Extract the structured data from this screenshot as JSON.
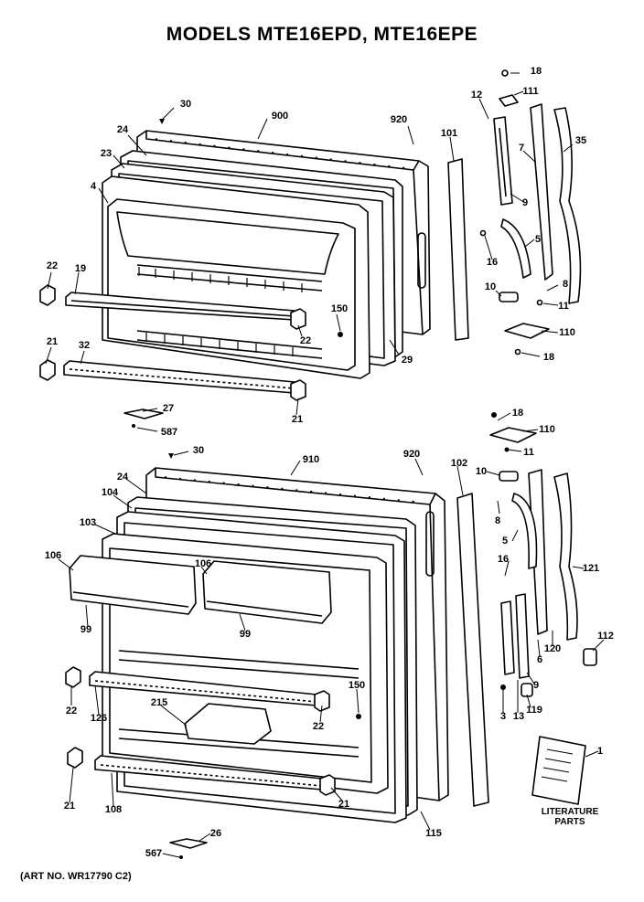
{
  "title": "MODELS MTE16EPD, MTE16EPE",
  "art_number": "(ART NO. WR17790 C2)",
  "literature": {
    "line1": "LITERATURE",
    "line2": "PARTS"
  },
  "callouts": {
    "top": [
      "30",
      "900",
      "920",
      "24",
      "23",
      "4",
      "101",
      "12",
      "18",
      "111",
      "7",
      "35",
      "9",
      "5",
      "16",
      "8",
      "10",
      "11",
      "110",
      "18",
      "22",
      "19",
      "150",
      "22",
      "29",
      "21",
      "32",
      "27",
      "587",
      "21"
    ],
    "bottom": [
      "18",
      "110",
      "11",
      "30",
      "910",
      "920",
      "102",
      "10",
      "24",
      "104",
      "8",
      "5",
      "103",
      "16",
      "106",
      "106",
      "121",
      "99",
      "99",
      "112",
      "120",
      "6",
      "9",
      "22",
      "126",
      "215",
      "150",
      "22",
      "3",
      "13",
      "119",
      "1",
      "21",
      "108",
      "21",
      "115",
      "26",
      "567"
    ]
  }
}
